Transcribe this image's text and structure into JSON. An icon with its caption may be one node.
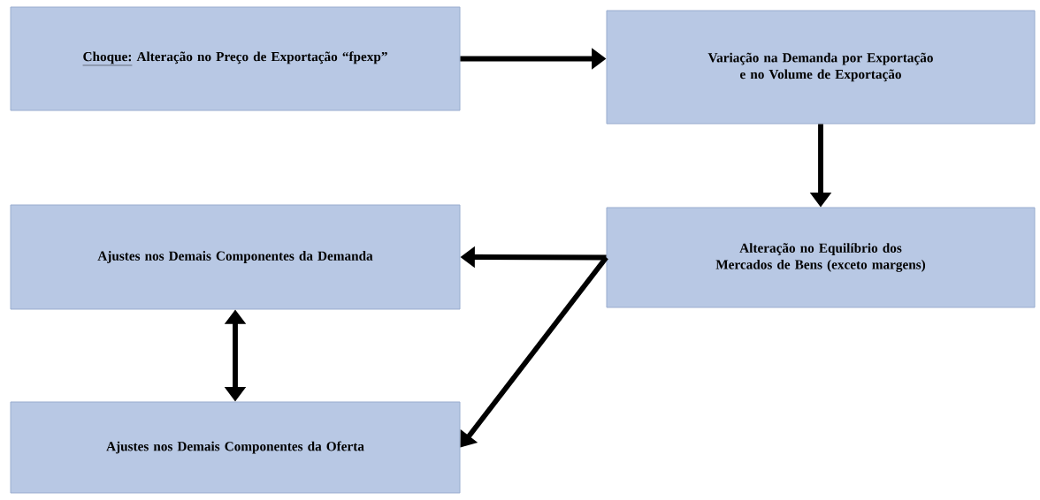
{
  "diagram": {
    "nodes": [
      {
        "text": [
          "Choque:",
          "Alteração no Preço de Exportação “fpexp”"
        ]
      },
      {
        "text": [
          "Variação na Demanda por Exportação e no Volume de Exportação"
        ]
      },
      {
        "text": [
          "Alteração no Equilíbrio dos Mercados de Bens (exceto margens)"
        ]
      },
      {
        "text": [
          "Ajustes nos Demais Componentes da Demanda"
        ]
      },
      {
        "text": [
          "Ajustes nos Demais Componentes da Oferta"
        ]
      }
    ],
    "edges": [
      {
        "from": 0,
        "to": 1,
        "arrow": "to"
      },
      {
        "from": 1,
        "to": 2,
        "arrow": "to"
      },
      {
        "from": 2,
        "to": 3,
        "arrow": "to"
      },
      {
        "from": 2,
        "to": 4,
        "arrow": "to"
      },
      {
        "from": 3,
        "to": 4,
        "arrow": "both"
      }
    ]
  }
}
